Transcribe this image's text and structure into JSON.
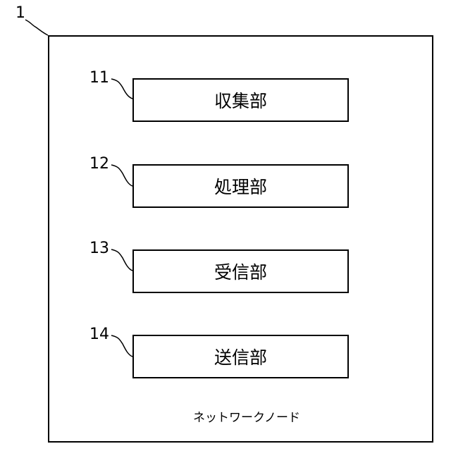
{
  "diagram": {
    "node_ref": "1",
    "node_label": "ネットワークノード",
    "units": [
      {
        "ref": "11",
        "label": "収集部"
      },
      {
        "ref": "12",
        "label": "処理部"
      },
      {
        "ref": "13",
        "label": "受信部"
      },
      {
        "ref": "14",
        "label": "送信部"
      }
    ]
  }
}
